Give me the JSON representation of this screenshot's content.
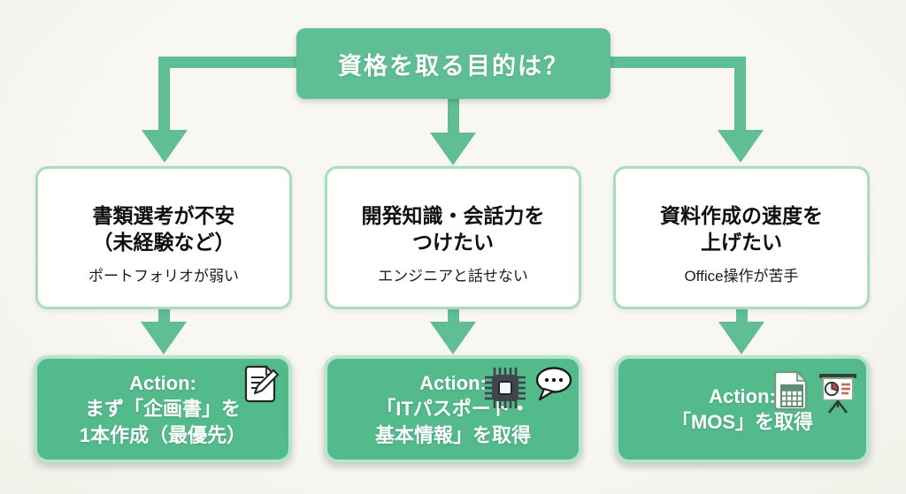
{
  "title": {
    "label": "資格を取る目的は？"
  },
  "branches": [
    {
      "heading_line1": "書類選考が不安",
      "heading_line2": "（未経験など）",
      "subtext": "ポートフォリオが弱い",
      "action_line1": "Action:",
      "action_line2": "まず「企画書」を",
      "action_line3": "1本作成（最優先）",
      "icons": [
        "memo-pencil-icon"
      ]
    },
    {
      "heading_line1": "開発知識・会話力を",
      "heading_line2": "つけたい",
      "subtext": "エンジニアと話せない",
      "action_line1": "Action:",
      "action_line2": "「ITパスポート・",
      "action_line3": "基本情報」を取得",
      "icons": [
        "cpu-chip-icon",
        "speech-bubble-icon"
      ]
    },
    {
      "heading_line1": "資料作成の速度を",
      "heading_line2": "上げたい",
      "subtext": "Office操作が苦手",
      "action_line1": "Action:",
      "action_line2": "「MOS」を取得",
      "action_line3": "",
      "icons": [
        "spreadsheet-icon",
        "presentation-chart-icon"
      ]
    }
  ],
  "colors": {
    "green_main": "#5fbe94",
    "green_action": "#53ba8c",
    "action_border": "#b7e3cf",
    "decision_border": "#a9dbc2",
    "background": "#f6f5ef"
  }
}
